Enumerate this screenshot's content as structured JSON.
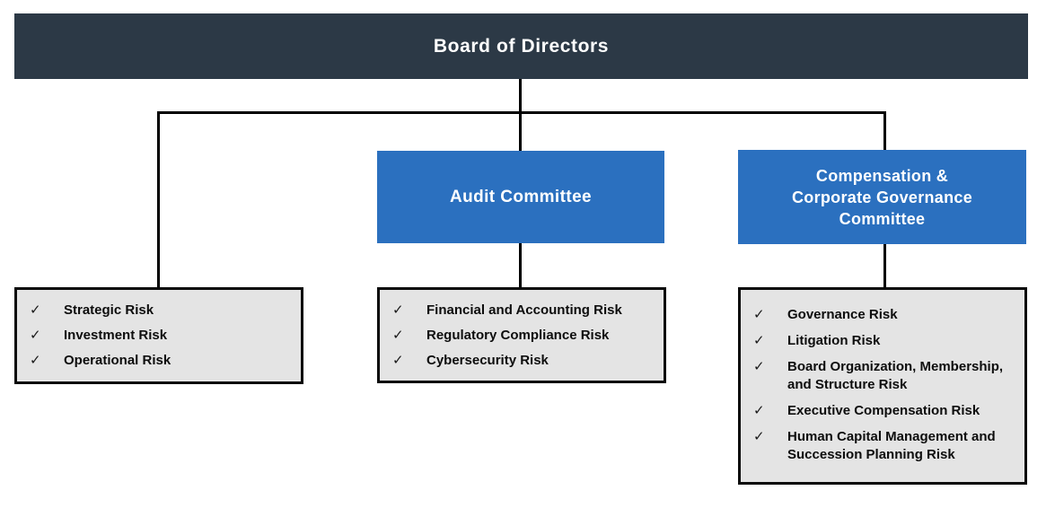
{
  "board": {
    "title": "Board of Directors"
  },
  "bullet": "✓",
  "branches": [
    {
      "committee": null,
      "risks": [
        "Strategic Risk",
        "Investment Risk",
        "Operational Risk"
      ]
    },
    {
      "committee": "Audit Committee",
      "risks": [
        "Financial and Accounting Risk",
        "Regulatory Compliance Risk",
        "Cybersecurity Risk"
      ]
    },
    {
      "committee": "Compensation & Corporate Governance Committee",
      "risks": [
        "Governance Risk",
        "Litigation Risk",
        "Board Organization, Membership, and Structure Risk",
        "Executive Compensation Risk",
        "Human Capital Management and Succession Planning Risk"
      ]
    }
  ],
  "colors": {
    "board_bg": "#2c3946",
    "committee_bg": "#2b70bf",
    "risk_bg": "#e4e4e4",
    "line": "#000000",
    "text_on_dark": "#ffffff",
    "text_on_light": "#0d0d0d"
  }
}
